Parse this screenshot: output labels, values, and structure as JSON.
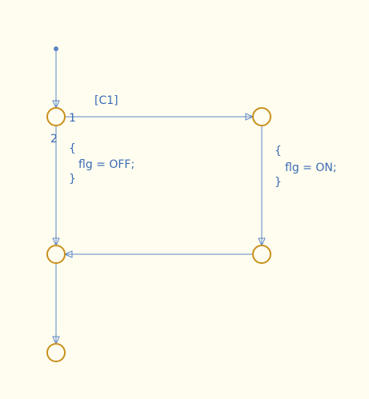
{
  "diagram": {
    "colors": {
      "background": "#fffdef",
      "junction_stroke": "#c8901c",
      "transition": "#5b86c4",
      "label_text": "#3b6bb5"
    },
    "junctions": [
      {
        "id": "j_top_left"
      },
      {
        "id": "j_top_right"
      },
      {
        "id": "j_mid_left"
      },
      {
        "id": "j_mid_right"
      },
      {
        "id": "j_bottom"
      }
    ],
    "transitions": [
      {
        "id": "default",
        "from": "entry",
        "to": "j_top_left"
      },
      {
        "id": "t1",
        "from": "j_top_left",
        "to": "j_top_right",
        "order": "1",
        "condition": "[C1]"
      },
      {
        "id": "t2",
        "from": "j_top_left",
        "to": "j_mid_left",
        "order": "2"
      },
      {
        "id": "t3",
        "from": "j_top_right",
        "to": "j_mid_right"
      },
      {
        "id": "t4",
        "from": "j_mid_right",
        "to": "j_mid_left"
      },
      {
        "id": "t5",
        "from": "j_mid_left",
        "to": "j_bottom"
      }
    ],
    "labels": {
      "order_1": "1",
      "order_2": "2",
      "condition": "[C1]",
      "off_open": "{",
      "off_action": "flg = OFF;",
      "off_close": "}",
      "on_open": "{",
      "on_action": "flg = ON;",
      "on_close": "}"
    }
  }
}
